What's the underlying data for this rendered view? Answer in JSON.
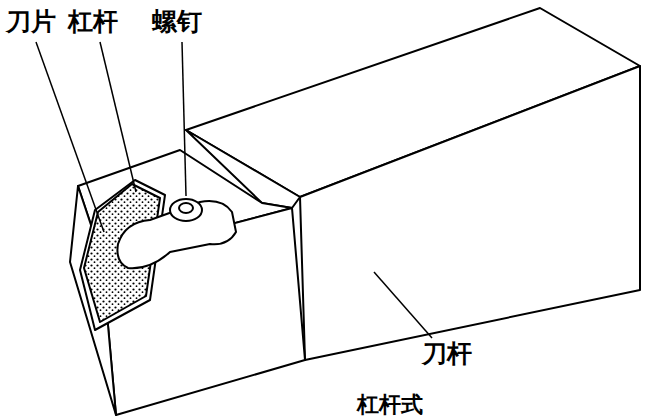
{
  "diagram": {
    "caption": "杠杆式",
    "labels": [
      "刀片",
      "杠杆",
      "螺钉",
      "刀杆"
    ]
  }
}
